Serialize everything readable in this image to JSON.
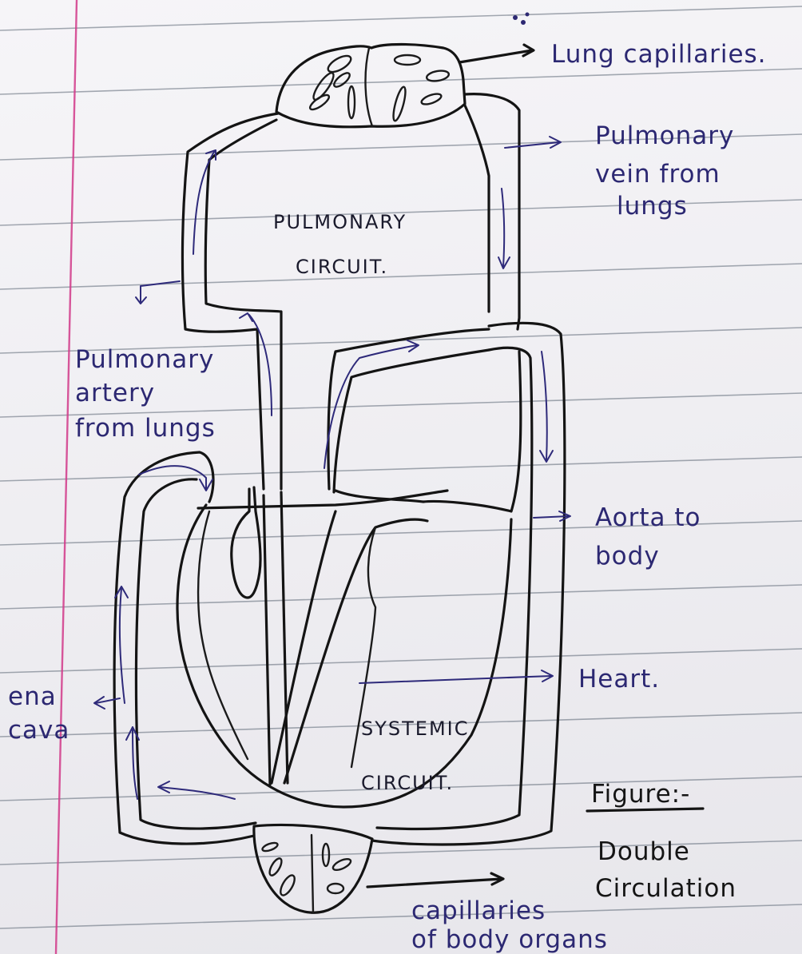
{
  "labels": {
    "lung_capillaries": "Lung capillaries.",
    "pulmonary_vein": [
      "Pulmonary",
      "vein from",
      "lungs"
    ],
    "pulmonary_circuit": [
      "PULMONARY",
      "CIRCUIT."
    ],
    "pulmonary_artery": [
      "Pulmonary",
      "artery",
      "from lungs"
    ],
    "aorta": [
      "Aorta to",
      "body"
    ],
    "heart": "Heart.",
    "vena_cava": [
      "ena",
      "cava"
    ],
    "systemic_circuit": [
      "SYSTEMIC",
      "CIRCUIT."
    ],
    "figure_heading": "Figure:-",
    "figure_caption": [
      "Double",
      "Circulation"
    ],
    "body_capillaries": [
      "capillaries",
      "of body organs"
    ]
  },
  "colors": {
    "ink_blue": "#2c2872",
    "ink_black": "#141414",
    "margin_line": "#d23a8a",
    "ruled_line": "#5d6876",
    "paper": "#f1f0f3"
  }
}
